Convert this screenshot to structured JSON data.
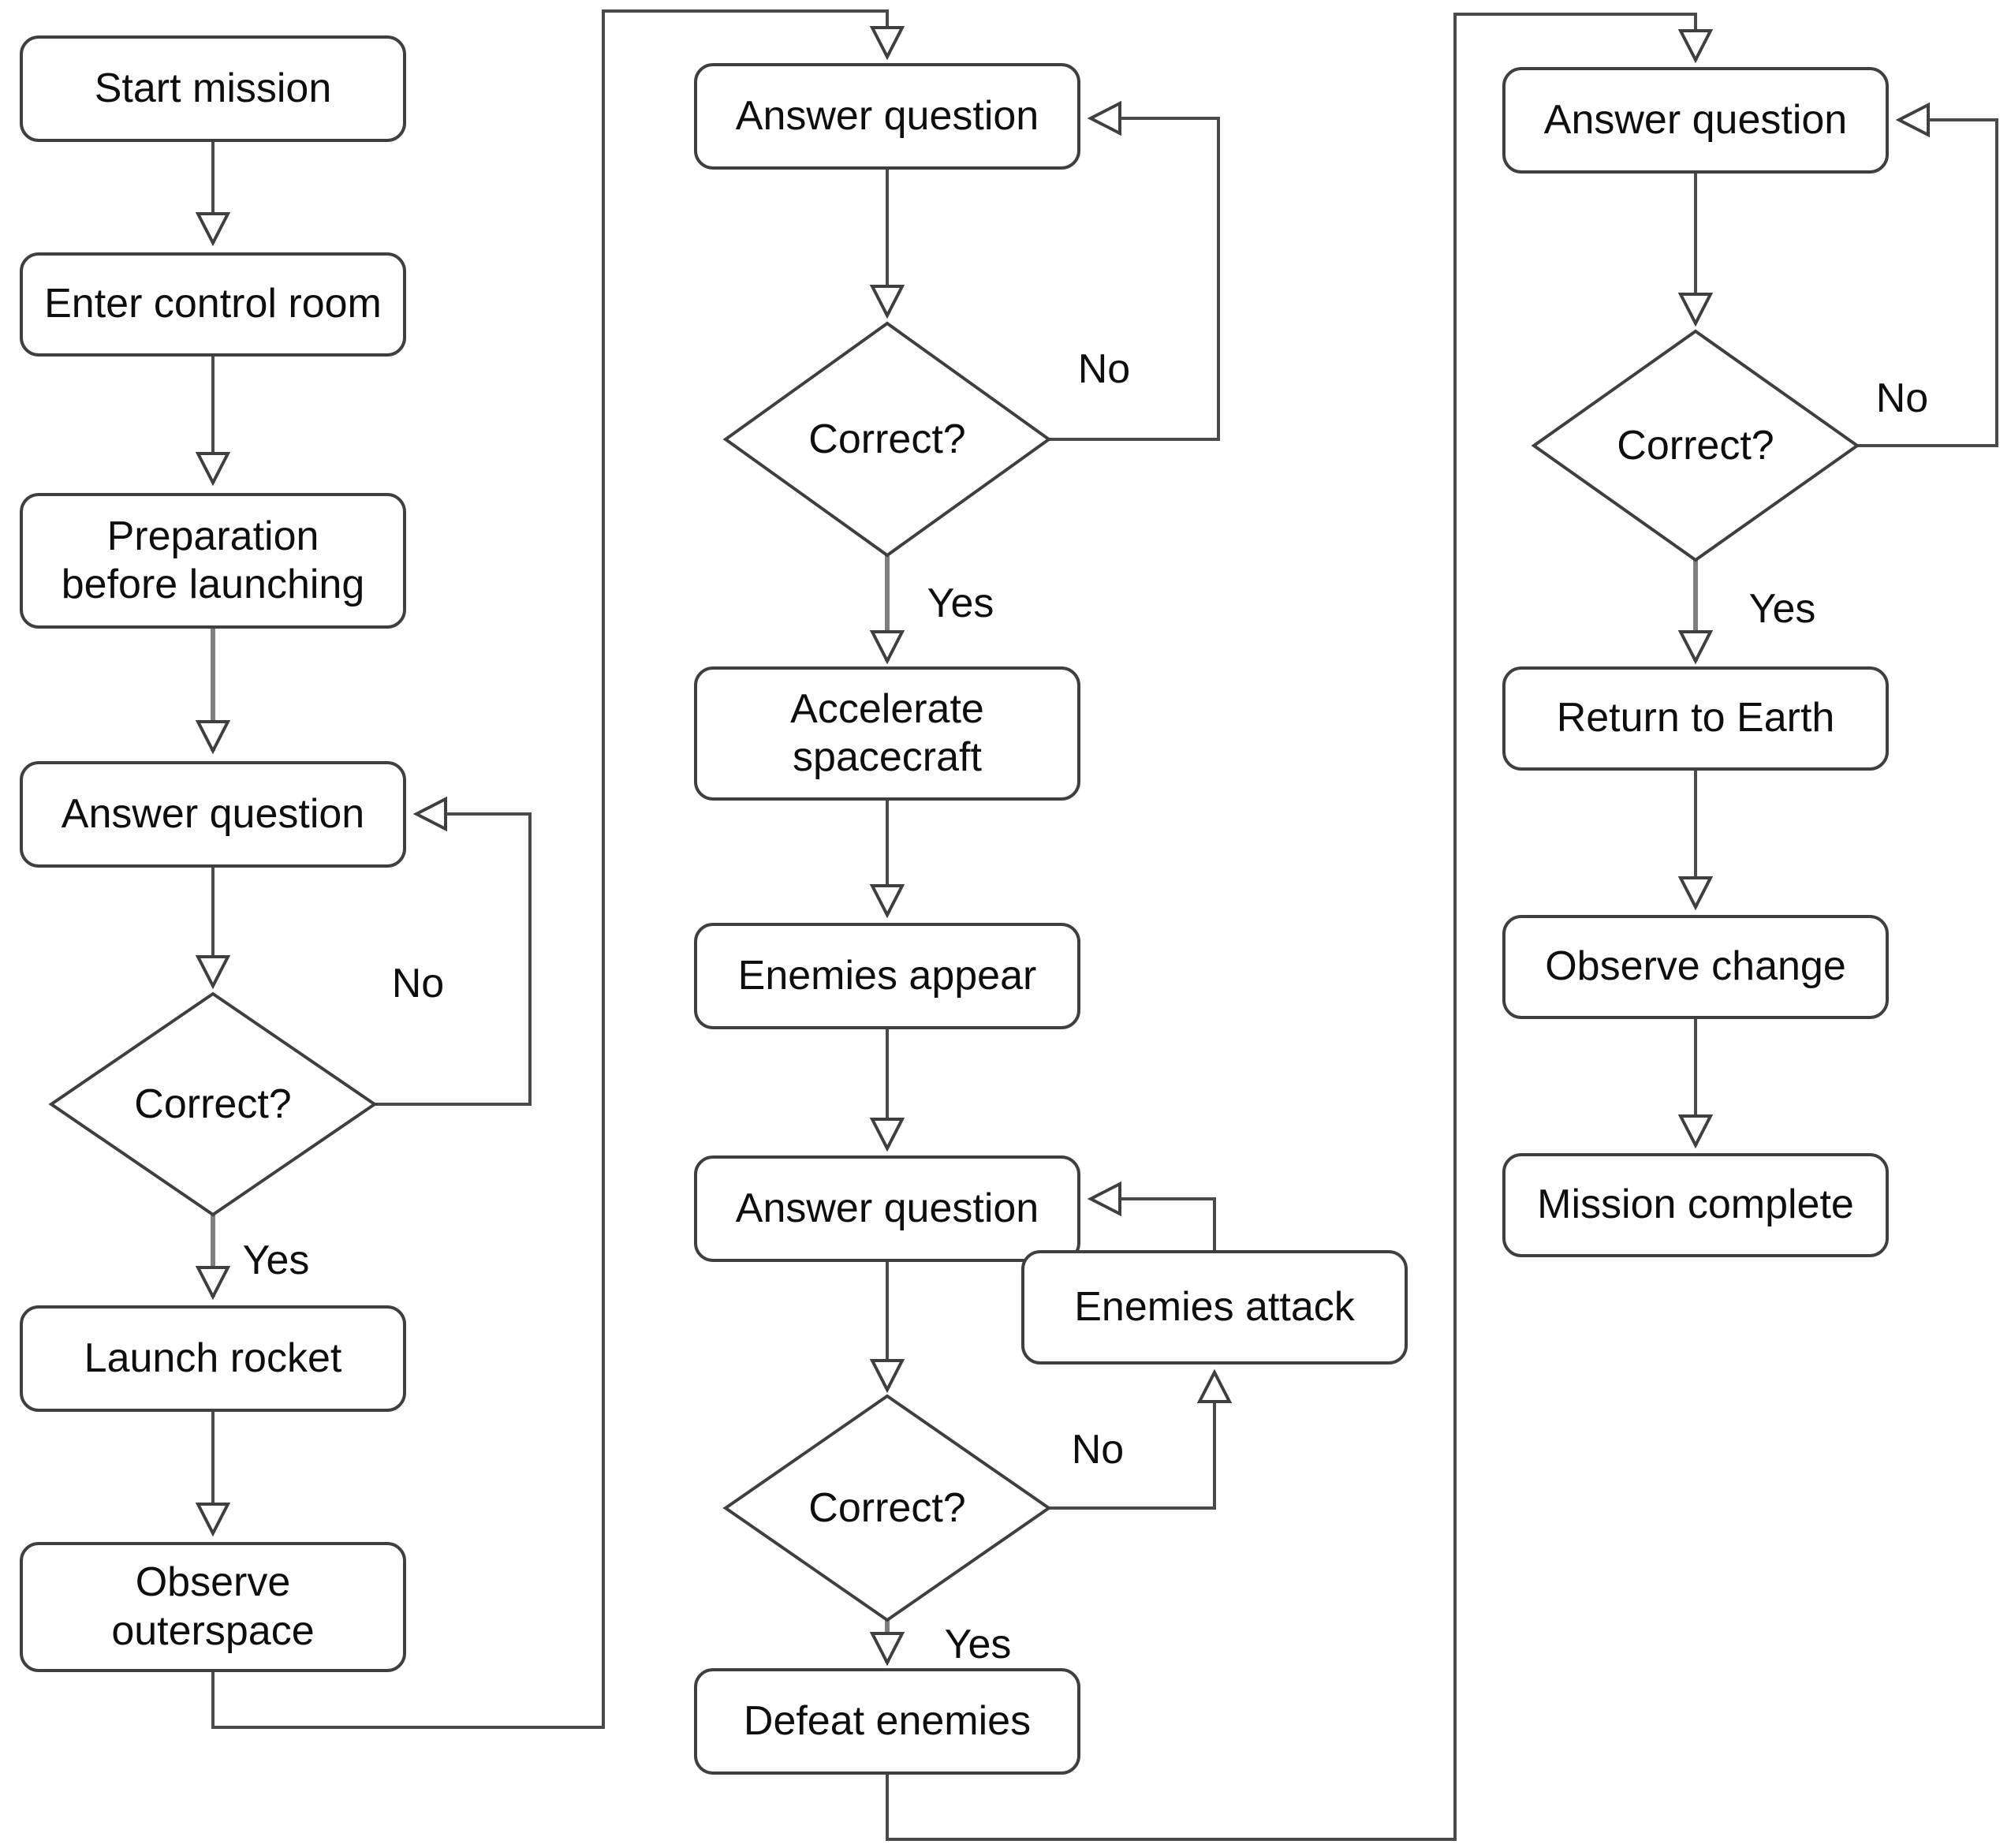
{
  "colors": {
    "background": "#ffffff",
    "node-fill": "#ffffff",
    "stroke": "#3f3f3f",
    "edge": "#4a4a4a",
    "gray-arrow": "#7f7f7f",
    "text": "#0e0e0e"
  },
  "nodes": {
    "start_mission": {
      "label": "Start mission"
    },
    "enter_control_room": {
      "label": "Enter control room"
    },
    "preparation": {
      "line1": "Preparation",
      "line2": "before launching"
    },
    "answer_question_left": {
      "label": "Answer question"
    },
    "correct_left": {
      "label": "Correct?"
    },
    "launch_rocket": {
      "label": "Launch rocket"
    },
    "observe_outerspace": {
      "line1": "Observe",
      "line2": "outerspace"
    },
    "answer_question_mid_1": {
      "label": "Answer question"
    },
    "correct_mid_1": {
      "label": "Correct?"
    },
    "accelerate_spacecraft": {
      "line1": "Accelerate",
      "line2": "spacecraft"
    },
    "enemies_appear": {
      "label": "Enemies appear"
    },
    "answer_question_mid_2": {
      "label": "Answer question"
    },
    "enemies_attack": {
      "label": "Enemies attack"
    },
    "correct_mid_2": {
      "label": "Correct?"
    },
    "defeat_enemies": {
      "label": "Defeat enemies"
    },
    "answer_question_right": {
      "label": "Answer question"
    },
    "correct_right": {
      "label": "Correct?"
    },
    "return_to_earth": {
      "label": "Return to Earth"
    },
    "observe_change": {
      "label": "Observe change"
    },
    "mission_complete": {
      "label": "Mission complete"
    }
  },
  "branch_labels": {
    "left_yes": "Yes",
    "left_no": "No",
    "mid1_yes": "Yes",
    "mid1_no": "No",
    "mid2_yes": "Yes",
    "mid2_no": "No",
    "right_yes": "Yes",
    "right_no": "No"
  }
}
